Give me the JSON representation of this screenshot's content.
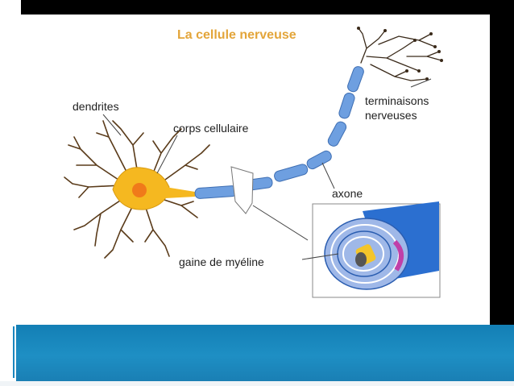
{
  "diagram": {
    "title": "La cellule nerveuse",
    "labels": {
      "dendrites": "dendrites",
      "cell_body": "corps cellulaire",
      "nerve_endings_line1": "terminaisons",
      "nerve_endings_line2": "nerveuses",
      "axon": "axone",
      "myelin": "gaine de myéline"
    }
  },
  "colors": {
    "title": "#e3a53a",
    "cell_body": "#f5b820",
    "nucleus": "#f07a1a",
    "axon": "#5b8fd6",
    "footer": "#1a86bd"
  }
}
